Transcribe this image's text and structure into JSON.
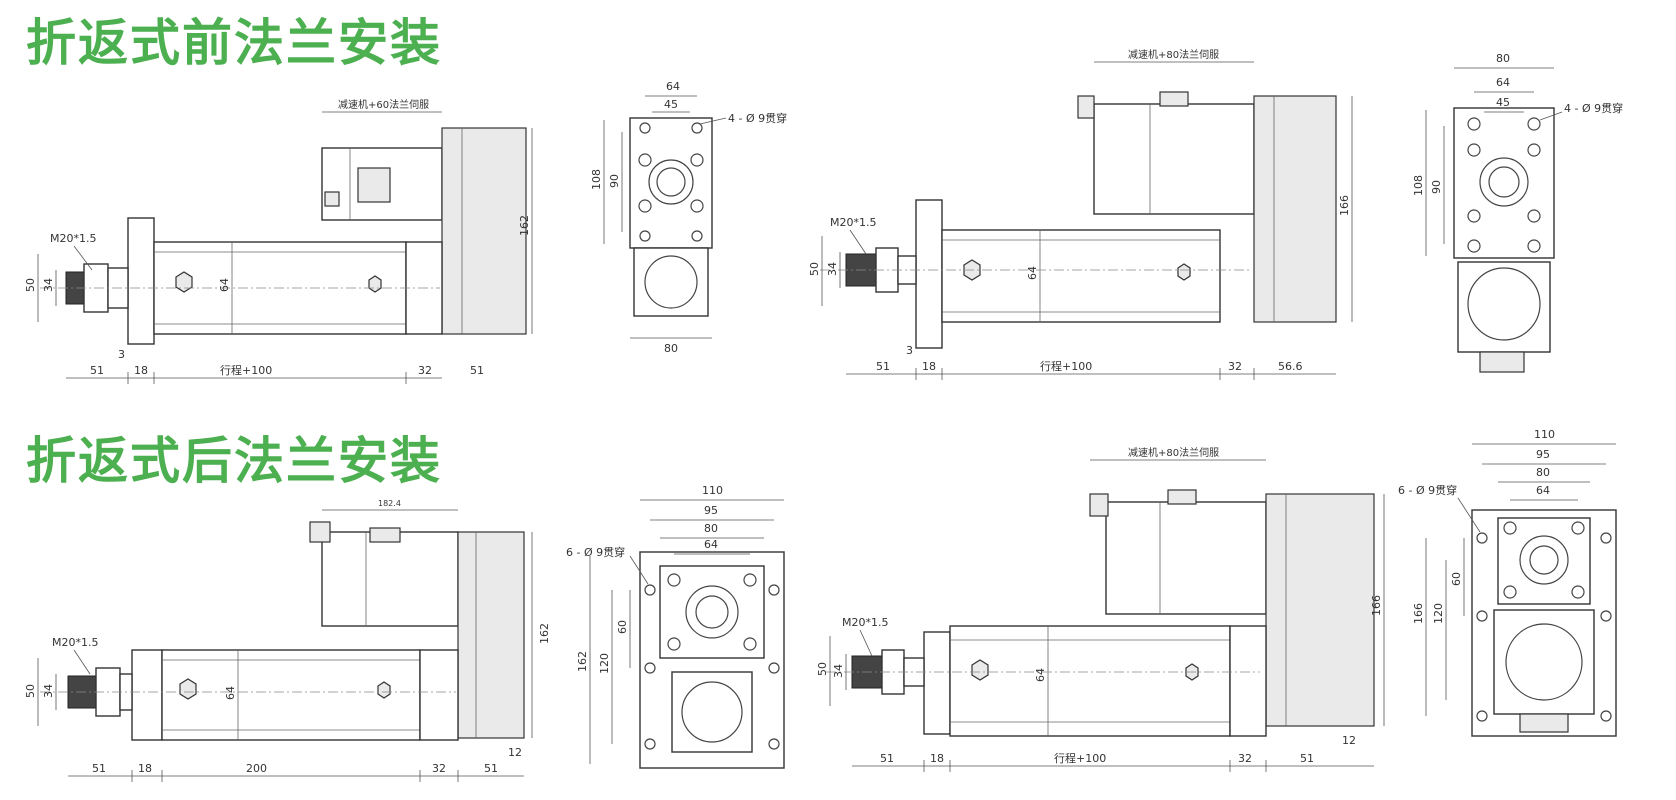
{
  "headings": {
    "front": "折返式前法兰安装",
    "rear": "折返式后法兰安装"
  },
  "colors": {
    "heading": "#4caf50",
    "line": "#444444"
  },
  "front_60": {
    "motor_label": "减速机+60法兰伺服",
    "thread": "M20*1.5",
    "dims": {
      "d50": "50",
      "d34": "34",
      "d64": "64",
      "d162": "162",
      "d3": "3",
      "d51a": "51",
      "d18": "18",
      "stroke": "行程+100",
      "d32": "32",
      "d51b": "51"
    },
    "end": {
      "d64": "64",
      "d45": "45",
      "d108": "108",
      "d90": "90",
      "d80": "80",
      "holes": "4 - Ø 9贯穿"
    }
  },
  "front_80": {
    "motor_label": "减速机+80法兰伺服",
    "thread": "M20*1.5",
    "dims": {
      "d50": "50",
      "d34": "34",
      "d64": "64",
      "d166": "166",
      "d3": "3",
      "d51": "51",
      "d18": "18",
      "stroke": "行程+100",
      "d32": "32",
      "d566": "56.6"
    },
    "end": {
      "d80": "80",
      "d64": "64",
      "d45": "45",
      "d108": "108",
      "d90": "90",
      "holes": "4 - Ø 9贯穿"
    }
  },
  "rear_60": {
    "motor_label": "182.4",
    "thread": "M20*1.5",
    "dims": {
      "d50": "50",
      "d34": "34",
      "d64": "64",
      "d162": "162",
      "d12": "12",
      "d51a": "51",
      "d18": "18",
      "d200": "200",
      "d32": "32",
      "d51b": "51"
    },
    "end": {
      "d110": "110",
      "d95": "95",
      "d80": "80",
      "d64": "64",
      "d162": "162",
      "d120": "120",
      "d60": "60",
      "holes": "6 - Ø 9贯穿"
    }
  },
  "rear_80": {
    "motor_label": "减速机+80法兰伺服",
    "thread": "M20*1.5",
    "dims": {
      "d50": "50",
      "d34": "34",
      "d64": "64",
      "d166": "166",
      "d12": "12",
      "d51a": "51",
      "d18": "18",
      "stroke": "行程+100",
      "d32": "32",
      "d51b": "51"
    },
    "end": {
      "d110": "110",
      "d95": "95",
      "d80": "80",
      "d64": "64",
      "d166": "166",
      "d120": "120",
      "d60": "60",
      "holes": "6 - Ø 9贯穿"
    }
  }
}
